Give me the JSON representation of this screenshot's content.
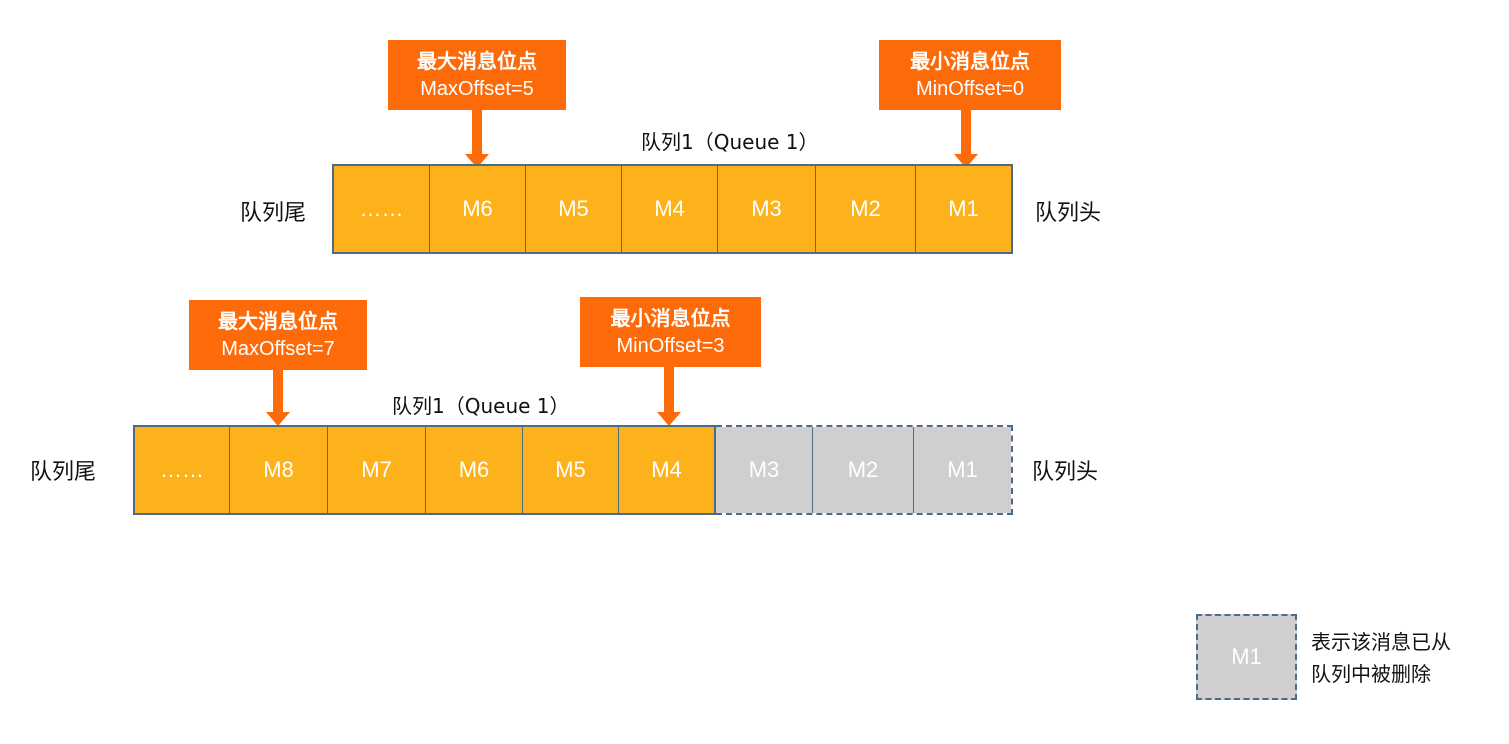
{
  "diagram1": {
    "title": "队列1（Queue 1）",
    "tail_label": "队列尾",
    "head_label": "队列头",
    "cells": [
      "……",
      "M6",
      "M5",
      "M4",
      "M3",
      "M2",
      "M1"
    ],
    "max_callout": {
      "title": "最大消息位点",
      "offset": "MaxOffset=5"
    },
    "min_callout": {
      "title": "最小消息位点",
      "offset": "MinOffset=0"
    }
  },
  "diagram2": {
    "title": "队列1（Queue 1）",
    "tail_label": "队列尾",
    "head_label": "队列头",
    "active_cells": [
      "……",
      "M8",
      "M7",
      "M6",
      "M5",
      "M4"
    ],
    "deleted_cells": [
      "M3",
      "M2",
      "M1"
    ],
    "max_callout": {
      "title": "最大消息位点",
      "offset": "MaxOffset=7"
    },
    "min_callout": {
      "title": "最小消息位点",
      "offset": "MinOffset=3"
    }
  },
  "legend": {
    "sample": "M1",
    "line1": "表示该消息已从",
    "line2": "队列中被删除"
  },
  "colors": {
    "active": "#fdb21b",
    "deleted": "#d0cecf",
    "callout": "#fd6a0a",
    "border": "#4a6b8a"
  }
}
